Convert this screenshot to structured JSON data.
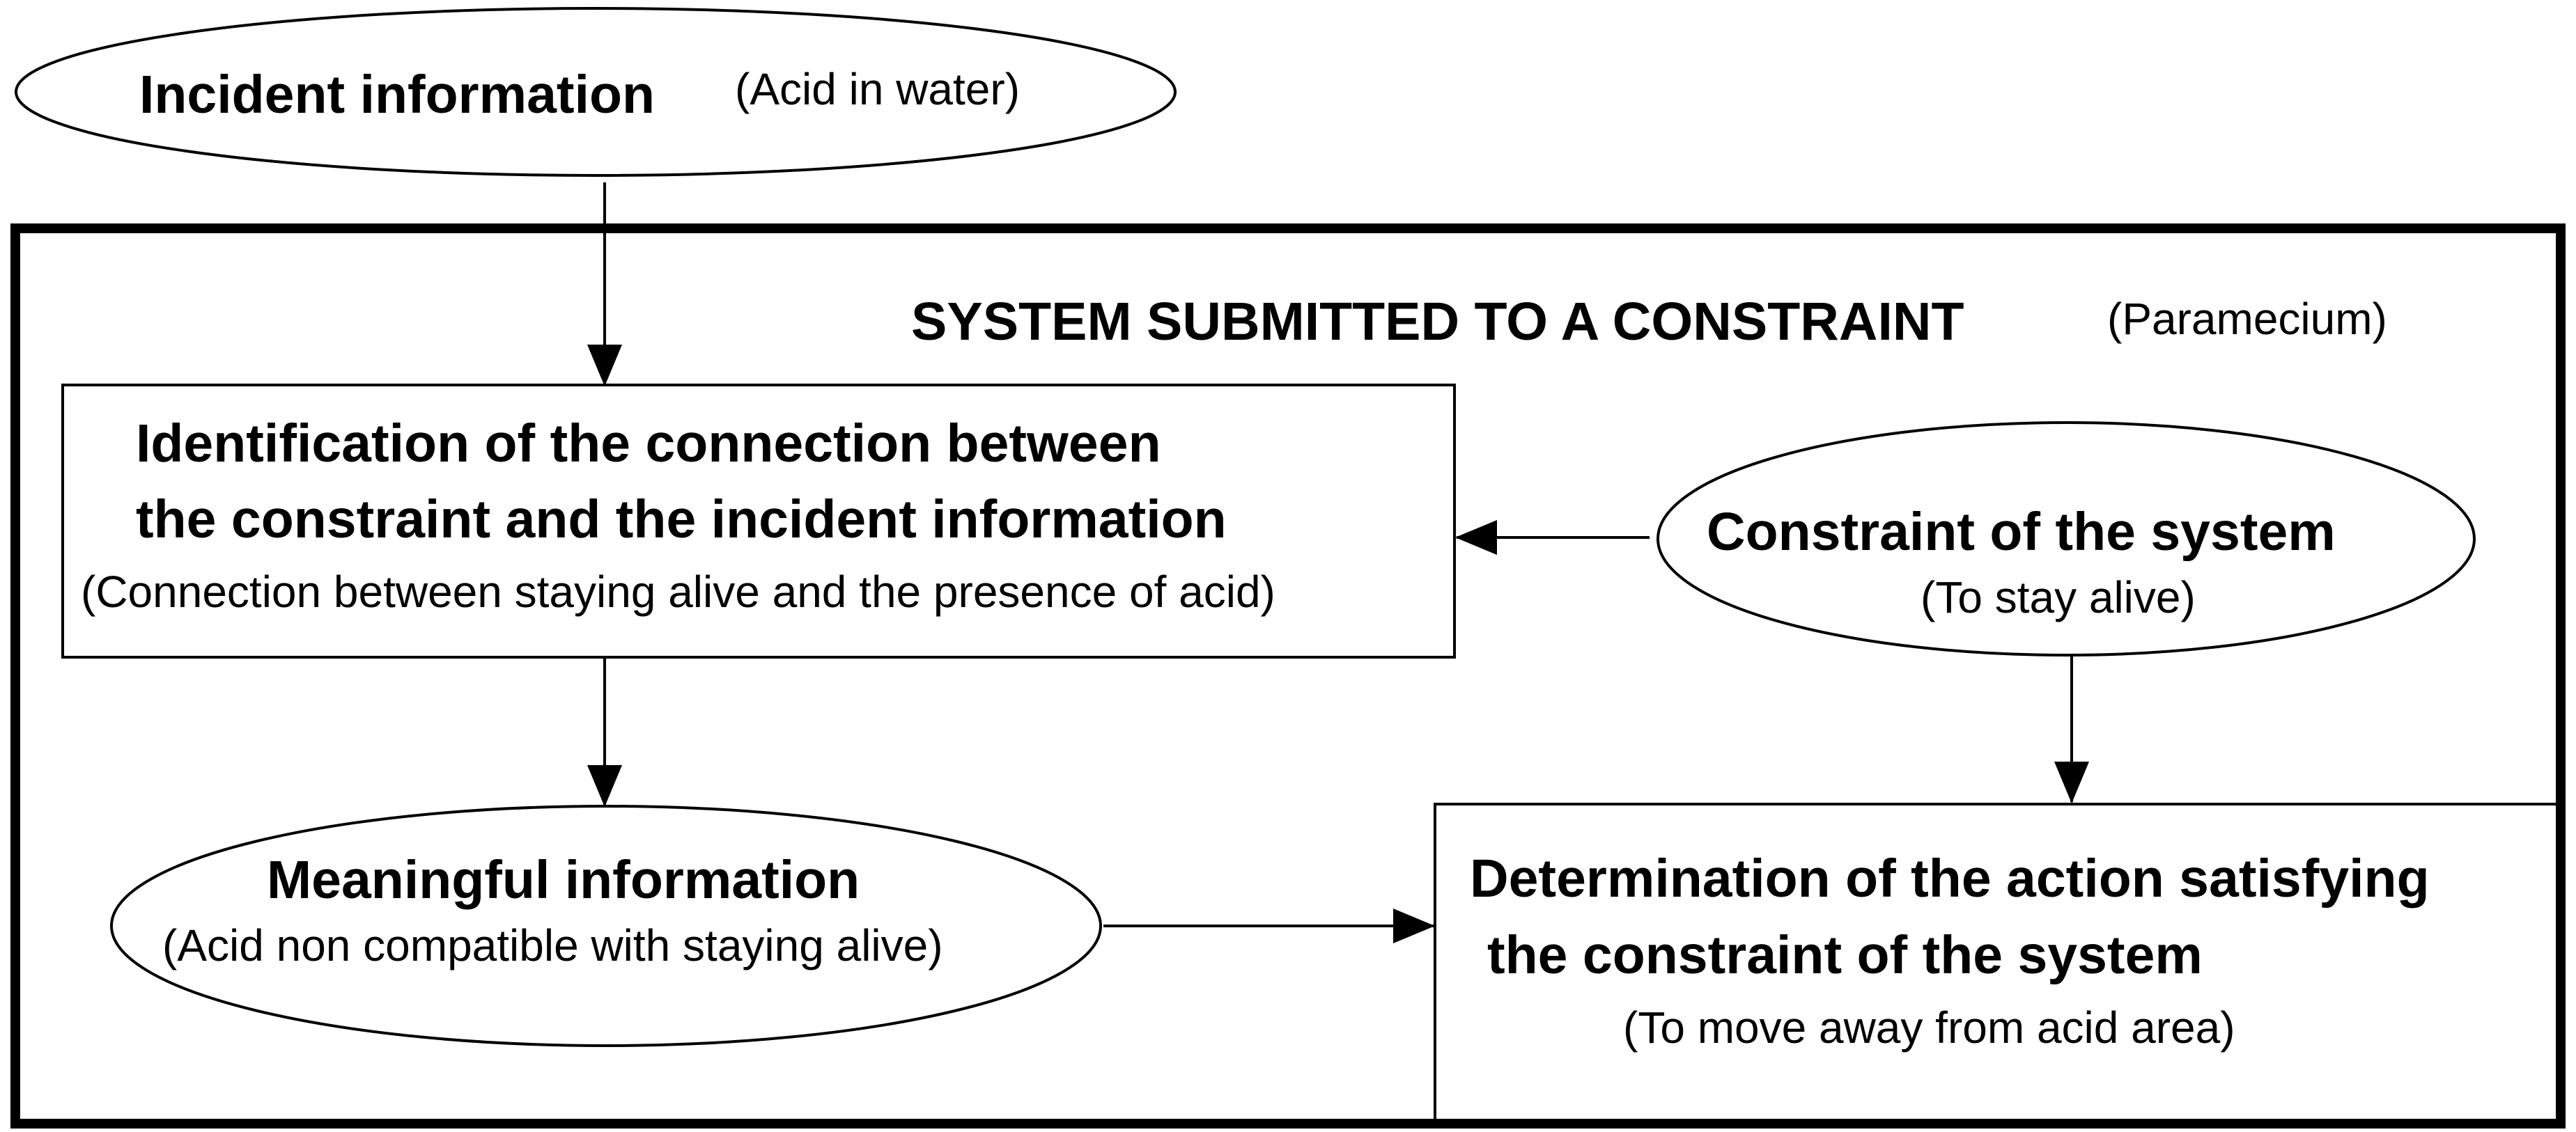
{
  "incident": {
    "title": "Incident information",
    "subtitle": "(Acid in water)"
  },
  "system": {
    "title": "SYSTEM SUBMITTED TO A CONSTRAINT",
    "subtitle": "(Paramecium)"
  },
  "identification": {
    "line1": "Identification of the connection between",
    "line2": "the constraint and the incident information",
    "subtitle": "(Connection between staying alive and the presence of acid)"
  },
  "constraint": {
    "title": "Constraint of the system",
    "subtitle": "(To stay alive)"
  },
  "meaningful": {
    "title": "Meaningful information",
    "subtitle": "(Acid non compatible with staying alive)"
  },
  "determination": {
    "line1": "Determination of the action satisfying",
    "line2": "the constraint of the system",
    "subtitle": "(To move away from acid area)"
  }
}
